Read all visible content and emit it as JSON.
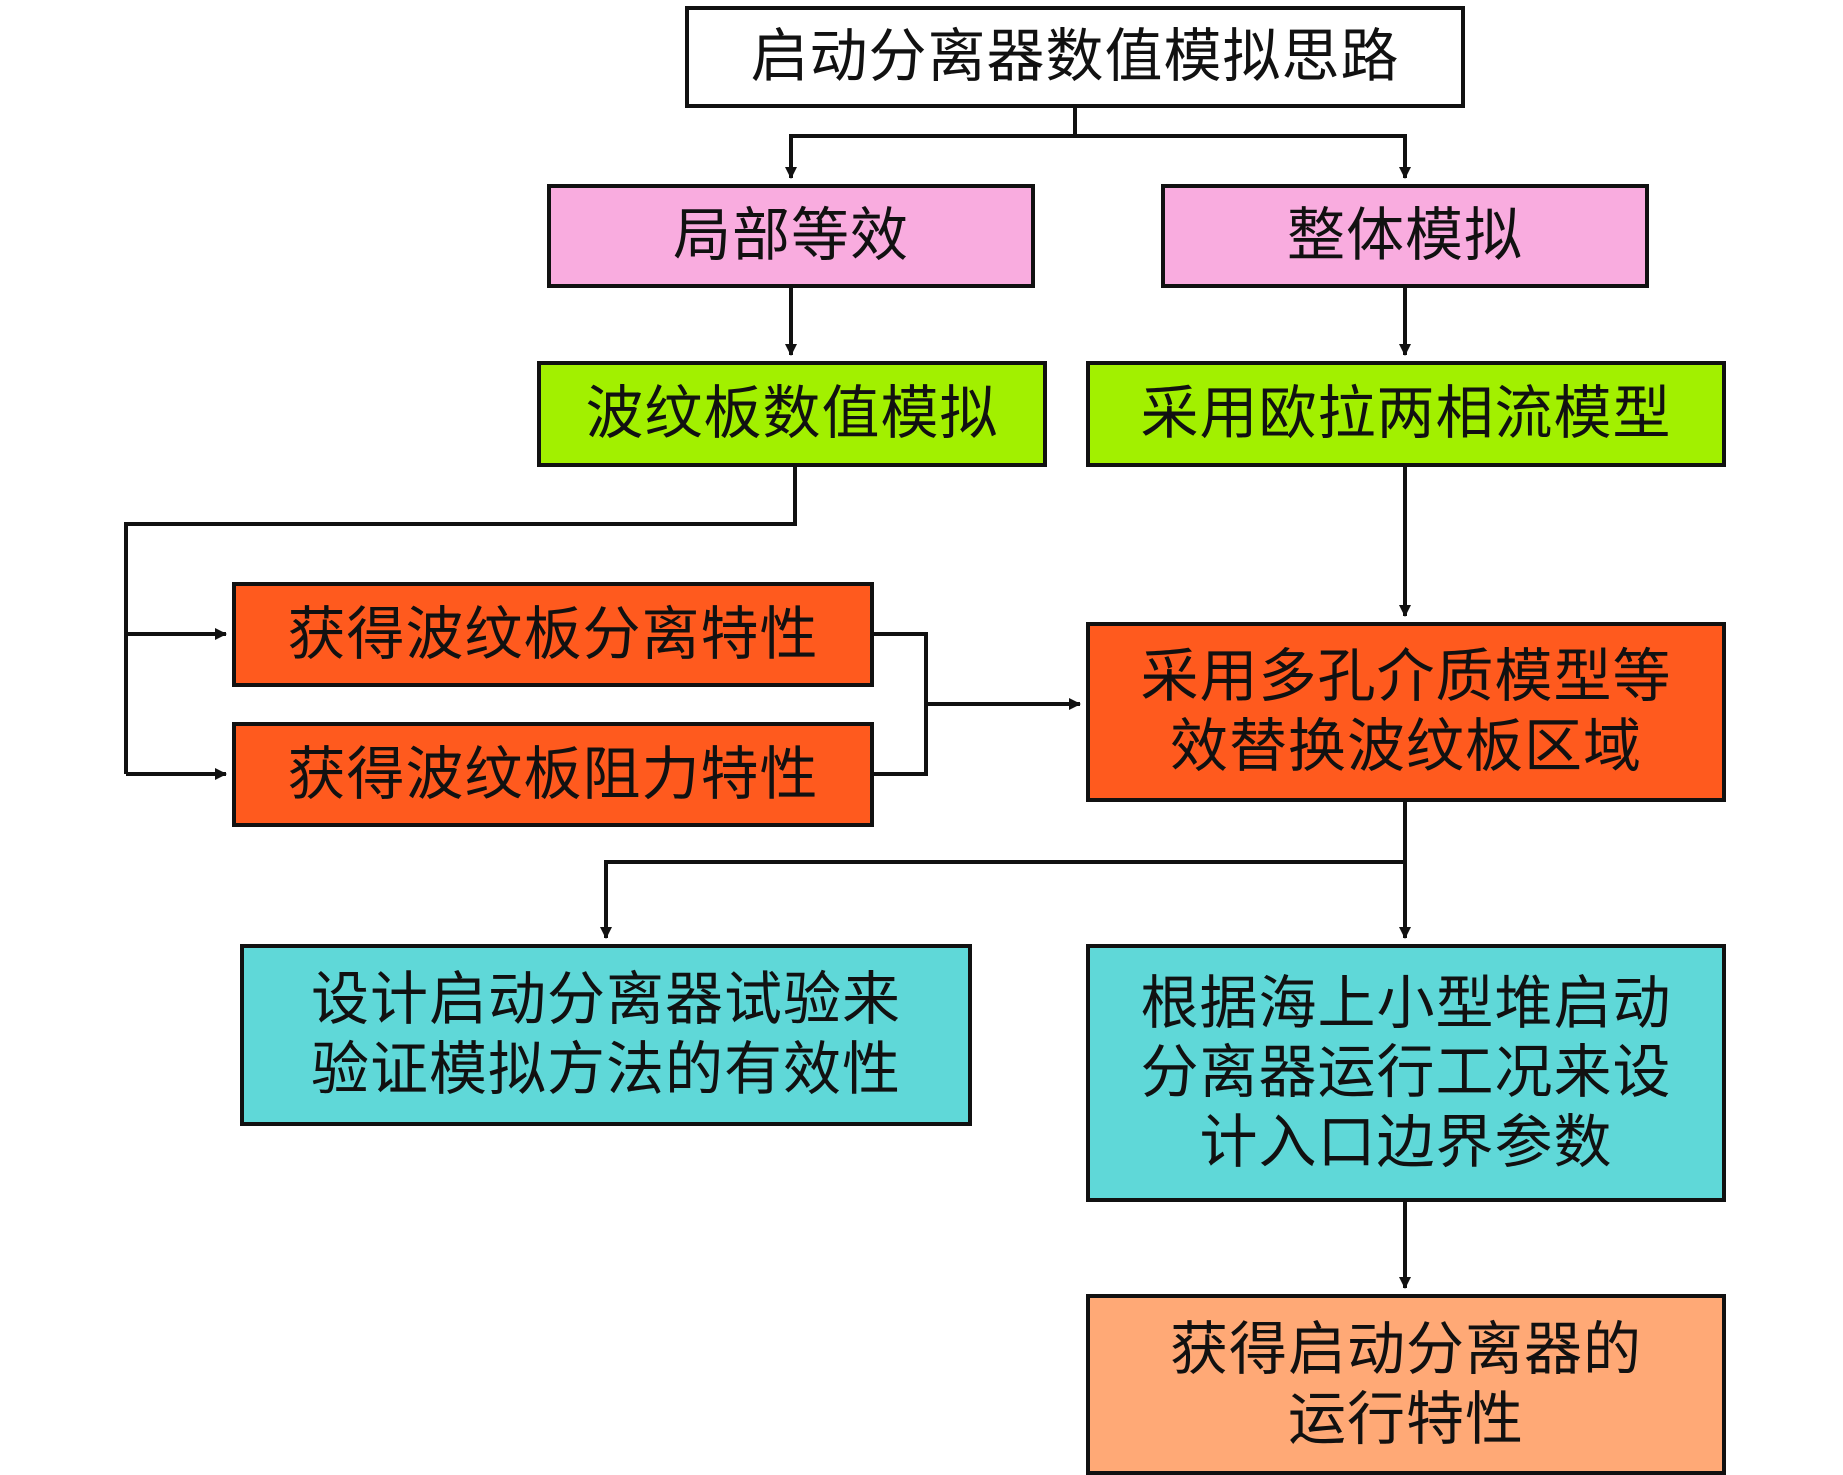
{
  "colors": {
    "root": "#ffffff",
    "branch": "#f9acdf",
    "method": "#a2f000",
    "characteristic": "#ff5a1e",
    "validation": "#5fd8d8",
    "result": "#ffa976",
    "line": "#111111"
  },
  "nodes": {
    "root": "启动分离器数值模拟思路",
    "local_equivalent": "局部等效",
    "whole_simulation": "整体模拟",
    "corrugated_simulation": "波纹板数值模拟",
    "euler_model": "采用欧拉两相流模型",
    "separation_characteristic": "获得波纹板分离特性",
    "resistance_characteristic": "获得波纹板阻力特性",
    "porous_replacement": "采用多孔介质模型等\n效替换波纹板区域",
    "validation_experiment": "设计启动分离器试验来\n验证模拟方法的有效性",
    "inlet_boundary": "根据海上小型堆启动\n分离器运行工况来设\n计入口边界参数",
    "operating_characteristic": "获得启动分离器的\n运行特性"
  }
}
